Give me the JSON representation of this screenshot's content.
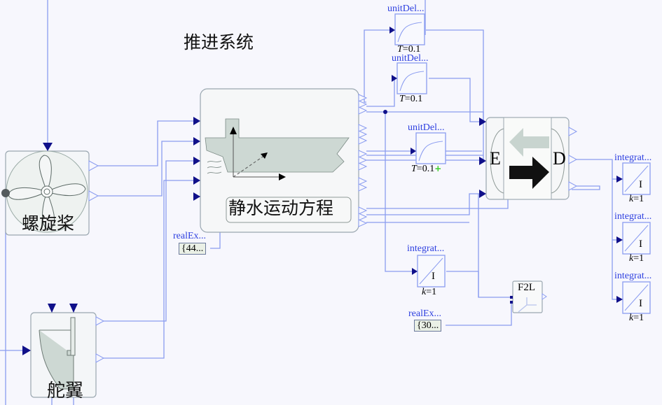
{
  "diagram": {
    "title": "推进系统",
    "colors": {
      "wire": "#8a9cf0",
      "input_port": "#10108a",
      "block_border": "#8f9eac",
      "label_blue": "#2d3fe0",
      "ship_fill": "#cdd8d3",
      "background": "#f7f7fd"
    },
    "blocks": {
      "propeller": {
        "label": "螺旋桨",
        "icon": "propeller-icon"
      },
      "rudder": {
        "label": "舵翼",
        "icon": "rudder-icon"
      },
      "motion_eq": {
        "label": "静水运动方程",
        "icon": "ship-icon"
      },
      "unit_delay_1": {
        "name": "unitDel...",
        "param_name": "T",
        "param_value": "=0.1"
      },
      "unit_delay_2": {
        "name": "unitDel...",
        "param_name": "T",
        "param_value": "=0.1"
      },
      "unit_delay_3": {
        "name": "unitDel...",
        "param_name": "T",
        "param_value": "=0.1",
        "modified_marker": "+"
      },
      "converter": {
        "left": "E",
        "right": "D",
        "icon": "bidirectional-arrows-icon"
      },
      "integrator_center": {
        "name": "integrat...",
        "symbol": "I",
        "param_name": "k",
        "param_value": "=1"
      },
      "integrator_r1": {
        "name": "integrat...",
        "symbol": "I",
        "param_name": "k",
        "param_value": "=1"
      },
      "integrator_r2": {
        "name": "integrat...",
        "symbol": "I",
        "param_name": "k",
        "param_value": "=1"
      },
      "integrator_r3": {
        "name": "integrat...",
        "symbol": "I",
        "param_name": "k",
        "param_value": "=1"
      },
      "f2l": {
        "label": "F2L"
      },
      "real_expr_1": {
        "name": "realEx...",
        "value": "{44..."
      },
      "real_expr_2": {
        "name": "realEx...",
        "value": "{30..."
      }
    }
  }
}
